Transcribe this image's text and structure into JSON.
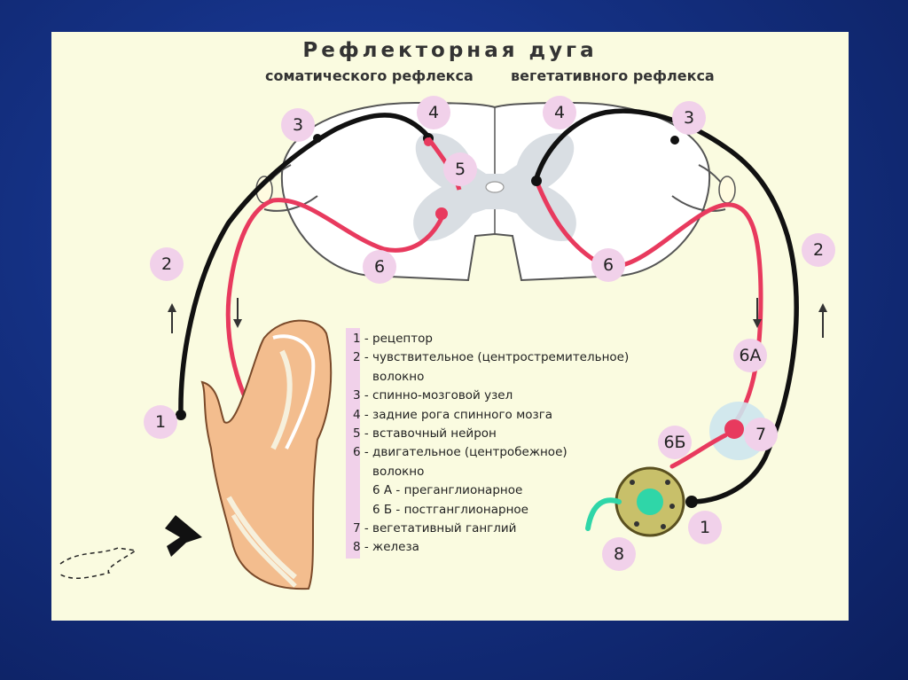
{
  "title": "Рефлекторная дуга",
  "subtitle_left": "соматического рефлекса",
  "subtitle_right": "вегетативного рефлекса",
  "markers": {
    "left_3": "3",
    "left_4": "4",
    "center_5": "5",
    "left_6": "6",
    "left_2": "2",
    "left_1": "1",
    "right_4": "4",
    "right_3": "3",
    "right_6": "6",
    "right_2": "2",
    "right_6a": "6А",
    "right_6b": "6Б",
    "right_7": "7",
    "right_1": "1",
    "right_8": "8"
  },
  "legend": [
    "1 - рецептор",
    "2 - чувствительное  (центростремительное)",
    "волокно",
    "3 - спинно-мозговой узел",
    "4 - задние рога спинного мозга",
    "5 - вставочный нейрон",
    "6 - двигательное (центробежное)",
    "волокно",
    "6 А - преганглионарное",
    "6 Б - постганглионарное",
    "7 - вегетативный ганглий",
    "8 - железа"
  ],
  "colors": {
    "motor_fiber": "#e83a5e",
    "sensory_fiber": "#111111",
    "marker_bg": "#f1d1ea",
    "panel_bg": "#fafbe0"
  }
}
